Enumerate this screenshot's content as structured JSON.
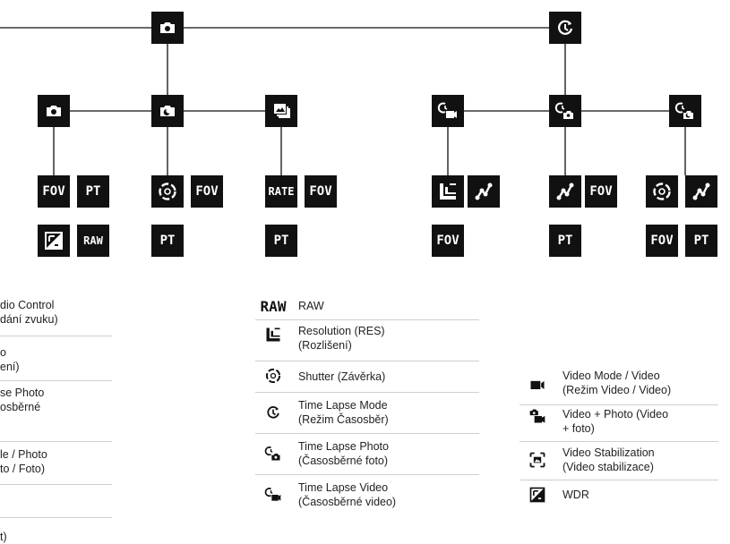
{
  "tree": {
    "root_left_icon": "camera-icon",
    "root_right_icon": "timelapse-icon",
    "level2": [
      {
        "icon": "camera-icon"
      },
      {
        "icon": "night-photo-icon"
      },
      {
        "icon": "burst-icon"
      },
      {
        "icon": "timelapse-video-icon"
      },
      {
        "icon": "timelapse-photo-icon"
      },
      {
        "icon": "night-lapse-icon"
      }
    ],
    "leaves": {
      "fov": "FOV",
      "pt": "PT",
      "raw": "RAW",
      "rate": "RATE"
    }
  },
  "legend_left_fragments": [
    "dio Control",
    "dání zvuku)",
    "o",
    "ení)",
    "se Photo",
    "osběrné",
    "le / Photo",
    "to / Foto)",
    "t)"
  ],
  "legend_middle": [
    {
      "icon": "raw-glyph",
      "glyph": "RAW",
      "label": "RAW"
    },
    {
      "icon": "resolution-icon",
      "label": "Resolution (RES)\n(Rozlišení)"
    },
    {
      "icon": "shutter-icon",
      "label": "Shutter (Závěrka)"
    },
    {
      "icon": "timelapse-icon",
      "label": "Time Lapse Mode\n(Režim Časosběr)"
    },
    {
      "icon": "timelapse-photo-icon",
      "label": "Time Lapse Photo\n(Časosběrné foto)"
    },
    {
      "icon": "timelapse-video-icon",
      "label": "Time Lapse Video\n(Časosběrné video)"
    }
  ],
  "legend_right": [
    {
      "icon": "video-icon",
      "label": "Video Mode / Video\n(Režim Video / Video)"
    },
    {
      "icon": "video-photo-icon",
      "label": "Video + Photo (Video\n+ foto)"
    },
    {
      "icon": "stabilization-icon",
      "label": "Video Stabilization\n(Video stabilizace)"
    },
    {
      "icon": "wdr-icon",
      "label": "WDR"
    }
  ],
  "colors": {
    "tile": "#111111",
    "line": "#111111",
    "divider": "#cfcfcf"
  }
}
